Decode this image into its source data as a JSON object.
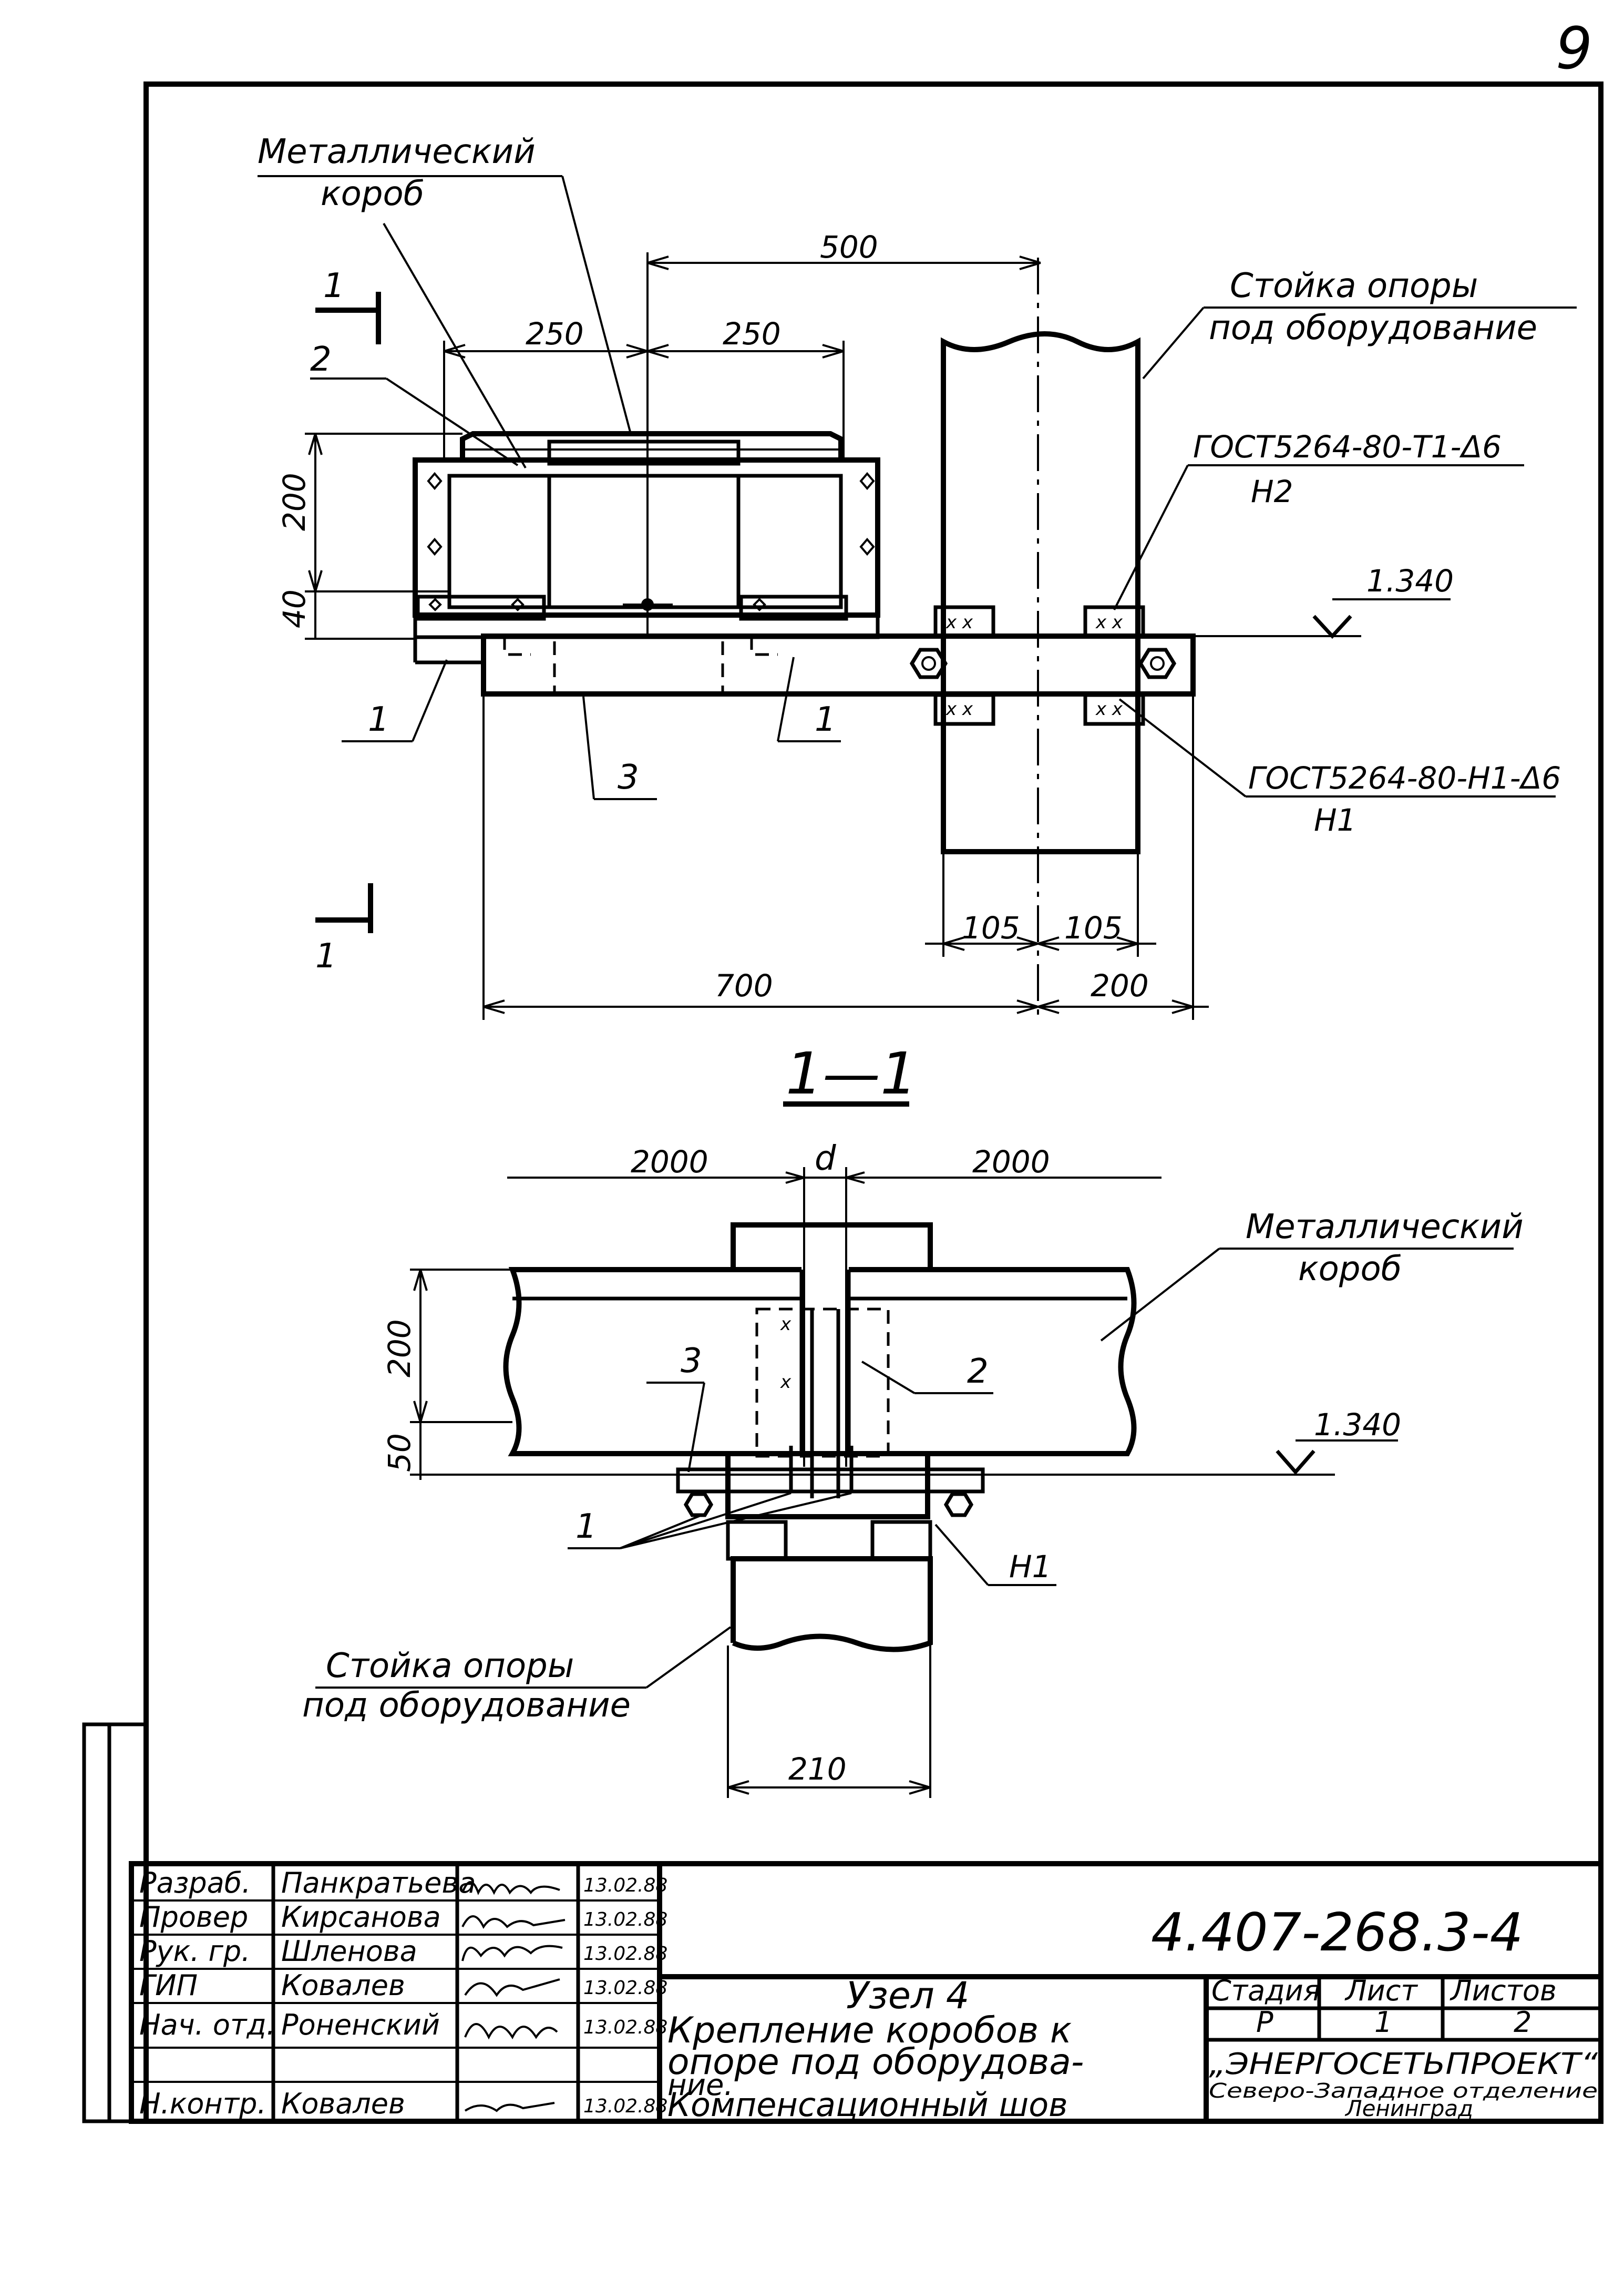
{
  "sheet": {
    "page_number": "9",
    "section_mark": "1",
    "section_title": "1—1"
  },
  "plan": {
    "label_metal_box": [
      "Металлический",
      "короб"
    ],
    "label_support": [
      "Стойка опоры",
      "под оборудование"
    ],
    "dim_500": "500",
    "dim_250_left": "250",
    "dim_250_right": "250",
    "dim_200": "200",
    "dim_40": "40",
    "dim_105_left": "105",
    "dim_105_right": "105",
    "dim_700": "700",
    "dim_200_bottom": "200",
    "elevation": "1.340",
    "weld_top": [
      "ГОСТ5264-80-Т1-Δ6",
      "Н2"
    ],
    "weld_bottom": [
      "ГОСТ5264-80-Н1-Δ6",
      "Н1"
    ],
    "pos_1": "1",
    "pos_2": "2",
    "pos_3": "3"
  },
  "section": {
    "dim_2000_left": "2000",
    "dim_d": "d",
    "dim_2000_right": "2000",
    "dim_200": "200",
    "dim_50": "50",
    "dim_210": "210",
    "elevation": "1.340",
    "label_metal_box": [
      "Металлический",
      "короб"
    ],
    "label_support": [
      "Стойка опоры",
      "под оборудование"
    ],
    "pos_1": "1",
    "pos_2": "2",
    "pos_3": "3",
    "weld": "Н1"
  },
  "title_block": {
    "rows": [
      {
        "role": "Разраб.",
        "name": "Панкратьева",
        "date": "13.02.88"
      },
      {
        "role": "Провер",
        "name": "Кирсанова",
        "date": "13.02.88"
      },
      {
        "role": "Рук. гр.",
        "name": "Шленова",
        "date": "13.02.88"
      },
      {
        "role": "ГИП",
        "name": "Ковалев",
        "date": "13.02.88"
      },
      {
        "role": "Нач. отд.",
        "name": "Роненский",
        "date": "13.02.88"
      },
      {
        "role": "",
        "name": "",
        "date": ""
      },
      {
        "role": "Н.контр.",
        "name": "Ковалев",
        "date": "13.02.88"
      }
    ],
    "doc_code": "4.407-268.3-4",
    "title_lines": [
      "Узел 4",
      "Крепление коробов к",
      "опоре под оборудова-",
      "ние.",
      "Компенсационный шов"
    ],
    "stage_header": "Стадия",
    "sheet_header": "Лист",
    "sheets_header": "Листов",
    "stage": "Р",
    "sheet": "1",
    "sheets": "2",
    "org_lines": [
      "„ЭНЕРГОСЕТЬПРОЕКТ“",
      "Северо-Западное отделение",
      "Ленинград"
    ]
  }
}
